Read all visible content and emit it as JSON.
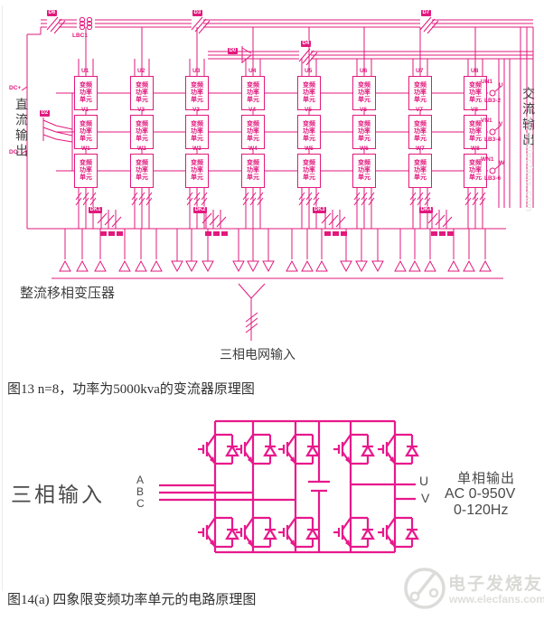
{
  "colors": {
    "magenta": "#e2187d",
    "text_dark": "#3f3f3f",
    "watermark_gray": "#dcdcdc"
  },
  "fig13": {
    "caption": "图13 n=8，功率为5000kva的变流器原理图",
    "dc_label": "直流输出",
    "dc_plus": "DC+",
    "dc_minus": "DC-",
    "ac_label": "交流输出",
    "transformer_label": "整流移相变压器",
    "grid_input_label": "三相电网输入",
    "unit_text": [
      "变频",
      "功率",
      "单元"
    ],
    "unit_labels": [
      [
        "U1",
        "U2",
        "U3",
        "U4",
        "U5",
        "U6",
        "U7",
        "U8"
      ],
      [
        "V1",
        "V2",
        "V3",
        "V4",
        "V5",
        "V6",
        "V7",
        "V8"
      ],
      [
        "W1",
        "W2",
        "W3",
        "W4",
        "W5",
        "W6",
        "W7",
        "W8"
      ]
    ],
    "chips": {
      "d6": "D6",
      "d3": "D3",
      "d7": "D7",
      "d4": "D4",
      "d0": "D0",
      "d2": "D2",
      "dk1": "DK1",
      "dk2": "DK2",
      "dk3": "DK3",
      "dk4": "DK4"
    },
    "fuse_label": "LBC1",
    "outputs": [
      {
        "phase": "U",
        "tag": "UN1",
        "terminal": "LB3-2"
      },
      {
        "phase": "V",
        "tag": "VN1",
        "terminal": "LB3-4"
      },
      {
        "phase": "W",
        "tag": "WN1",
        "terminal": "LB3-6"
      }
    ]
  },
  "fig14": {
    "caption": "图14(a) 四象限变频功率单元的电路原理图",
    "input_label": "三相输入",
    "phases": [
      "A",
      "B",
      "C"
    ],
    "out_u": "U",
    "out_v": "V",
    "output_title": "单相输出",
    "output_line1": "AC 0-950V",
    "output_line2": "0-120Hz"
  },
  "watermark": {
    "side_text": "www.elecfans.com",
    "logo_title": "电子发烧友",
    "logo_url": "www.elecfans.com"
  }
}
